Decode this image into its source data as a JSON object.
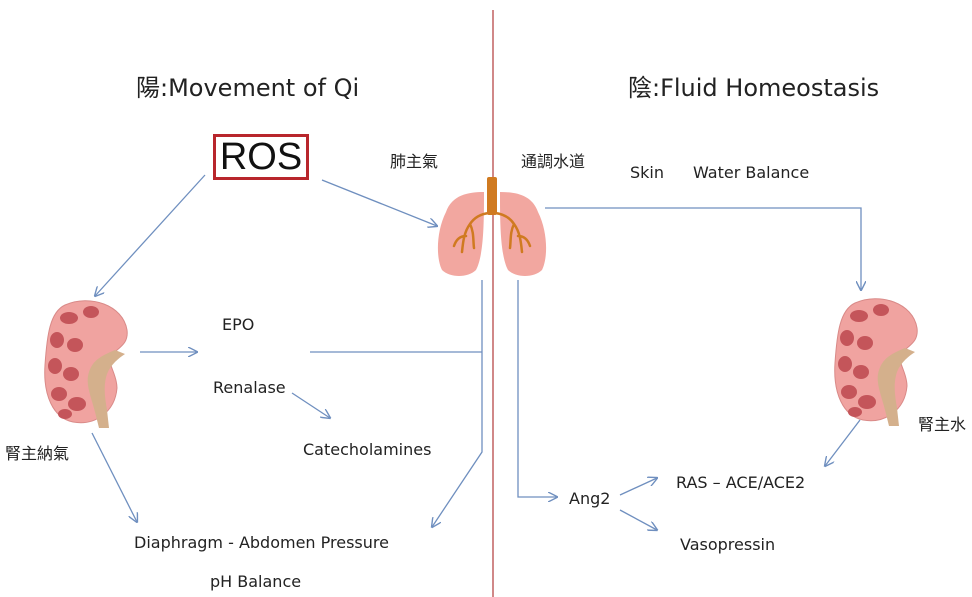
{
  "yang": {
    "title": "陽:Movement of Qi",
    "ros": "ROS",
    "lung_label": "肺主氣",
    "kidney_label": "腎主納氣",
    "epo": "EPO",
    "renalase": "Renalase",
    "catecholamines": "Catecholamines",
    "diaphragm": "Diaphragm - Abdomen Pressure",
    "ph_balance": "pH Balance"
  },
  "yin": {
    "title": "陰:Fluid Homeostasis",
    "waterway_label": "通調水道",
    "skin": "Skin",
    "water_balance": "Water Balance",
    "kidney_label": "腎主水",
    "ang2": "Ang2",
    "ras": "RAS – ACE/ACE2",
    "vasopressin": "Vasopressin"
  },
  "colors": {
    "divider": "#b23a3a",
    "arrow": "#6f8fbf",
    "ros_border": "#b8262c",
    "lung": "#f2a7a0",
    "bronchi": "#d07a20",
    "kidney": "#f0a3a0",
    "kidney_spot": "#c4555a",
    "ureter": "#d4b08c"
  },
  "icons": [
    "lung-icon",
    "kidney-icon"
  ]
}
